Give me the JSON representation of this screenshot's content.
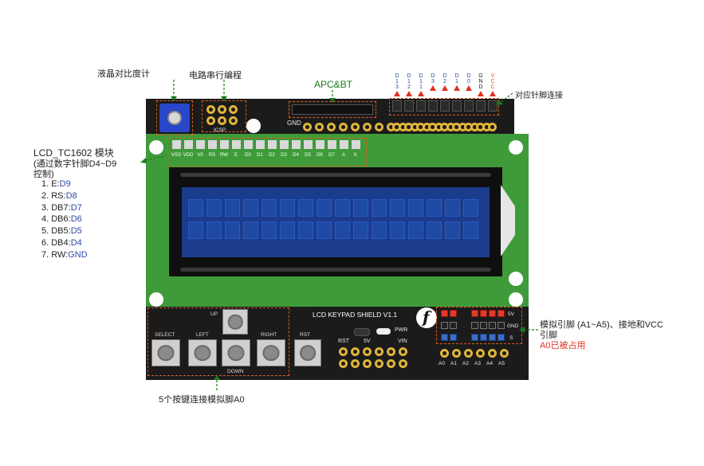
{
  "labels": {
    "contrast": "液晶对比度计",
    "icsp_program": "电路串行编程",
    "apc_bt": "APC&BT",
    "pin_connect": "对应针脚连接",
    "lcd_title": "LCD_TC1602 模块",
    "lcd_note_line1": "(通过数字针脚D4~D9",
    "lcd_note_line2": "控制)",
    "analog_line1": "模拟引脚 (A1~A5)、接地和VCC",
    "analog_line2": "引脚",
    "analog_a0": "A0已被占用",
    "buttons_note": "5个按键连接模拟脚A0"
  },
  "pin_map": [
    {
      "num": "1.",
      "name": "E:",
      "pin": "D9"
    },
    {
      "num": "2.",
      "name": "RS:",
      "pin": "D8"
    },
    {
      "num": "3.",
      "name": "DB7:",
      "pin": "D7"
    },
    {
      "num": "4.",
      "name": "DB6:",
      "pin": "D6"
    },
    {
      "num": "5.",
      "name": "DB5:",
      "pin": "D5"
    },
    {
      "num": "6.",
      "name": "DB4:",
      "pin": "D4"
    },
    {
      "num": "7.",
      "name": "RW:",
      "pin": "GND"
    }
  ],
  "board": {
    "title": "LCD KEYPAD SHIELD V1.1",
    "icsp": "ICSP",
    "gnd": "GND",
    "pwr": "PWR",
    "rst": "RST",
    "v5": "5V",
    "vin": "VIN",
    "s5v": "5V",
    "sgnd": "GND",
    "ss": "S",
    "logo": "f"
  },
  "top_header_labels": [
    "D13",
    "D12",
    "D11",
    "D3",
    "D2",
    "D1",
    "D0",
    "GND",
    "VCC"
  ],
  "lcd_pins": [
    "VSS",
    "VDD",
    "V0",
    "RS",
    "RW",
    "E",
    "D0",
    "D1",
    "D2",
    "D3",
    "D4",
    "D5",
    "D6",
    "D7",
    "A",
    "K"
  ],
  "buttons": {
    "select": "SELECT",
    "left": "LEFT",
    "up": "UP",
    "down": "DOWN",
    "right": "RIGHT",
    "rst": "RST"
  },
  "analog_pins": [
    "A0",
    "A1",
    "A2",
    "A3",
    "A4",
    "A5"
  ],
  "colors": {
    "pcb_black": "#1b1b1b",
    "pcb_green": "#3f9b3a",
    "lcd_blue": "#1b3c8c",
    "callout": "#e05a1c",
    "pin_blue": "#2b4aa8",
    "warn_red": "#e0301e"
  }
}
